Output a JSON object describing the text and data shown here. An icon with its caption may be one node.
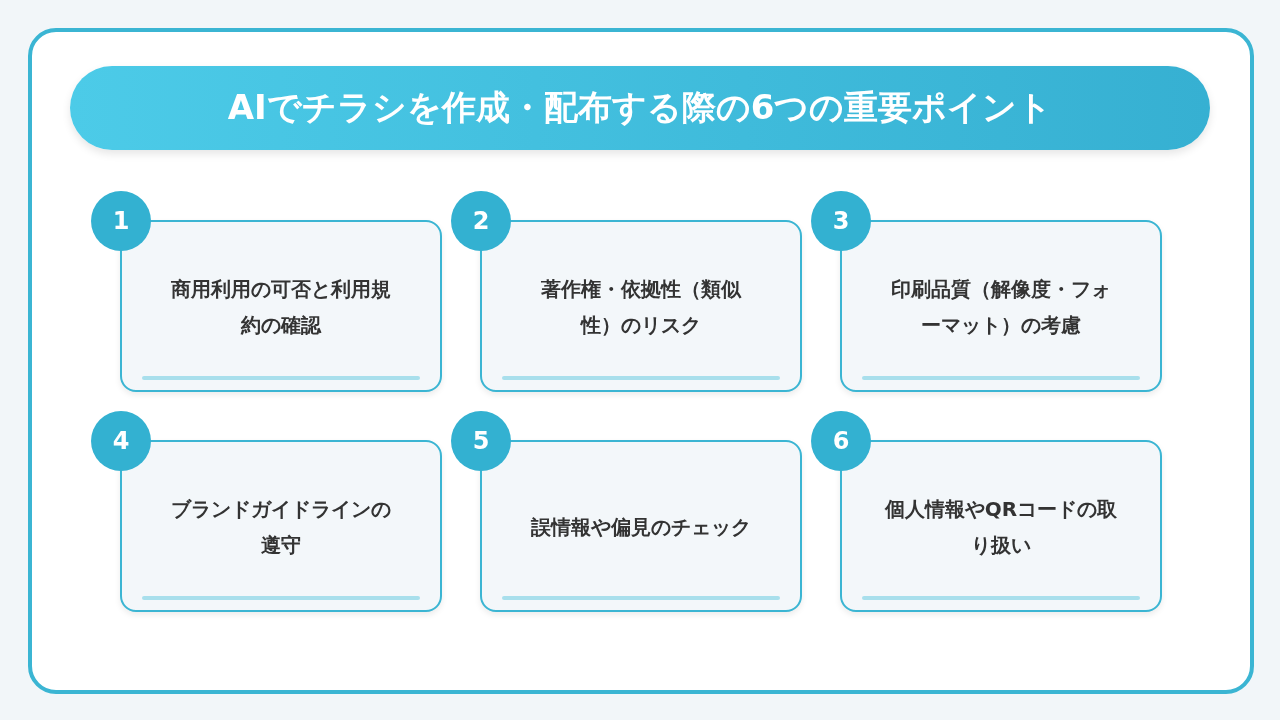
{
  "diagram": {
    "title": "AIでチラシを作成・配布する際の6つの重要ポイント",
    "nodes": [
      {
        "text": [
          "1",
          "商用利用の可否と利用規約の確認"
        ]
      },
      {
        "text": [
          "2",
          "著作権・依拠性（類似性）のリスク"
        ]
      },
      {
        "text": [
          "3",
          "印刷品質（解像度・フォーマット）の考慮"
        ]
      },
      {
        "text": [
          "4",
          "ブランドガイドラインの遵守"
        ]
      },
      {
        "text": [
          "5",
          "誤情報や偏見のチェック"
        ]
      },
      {
        "text": [
          "6",
          "個人情報やQRコードの取り扱い"
        ]
      }
    ]
  }
}
